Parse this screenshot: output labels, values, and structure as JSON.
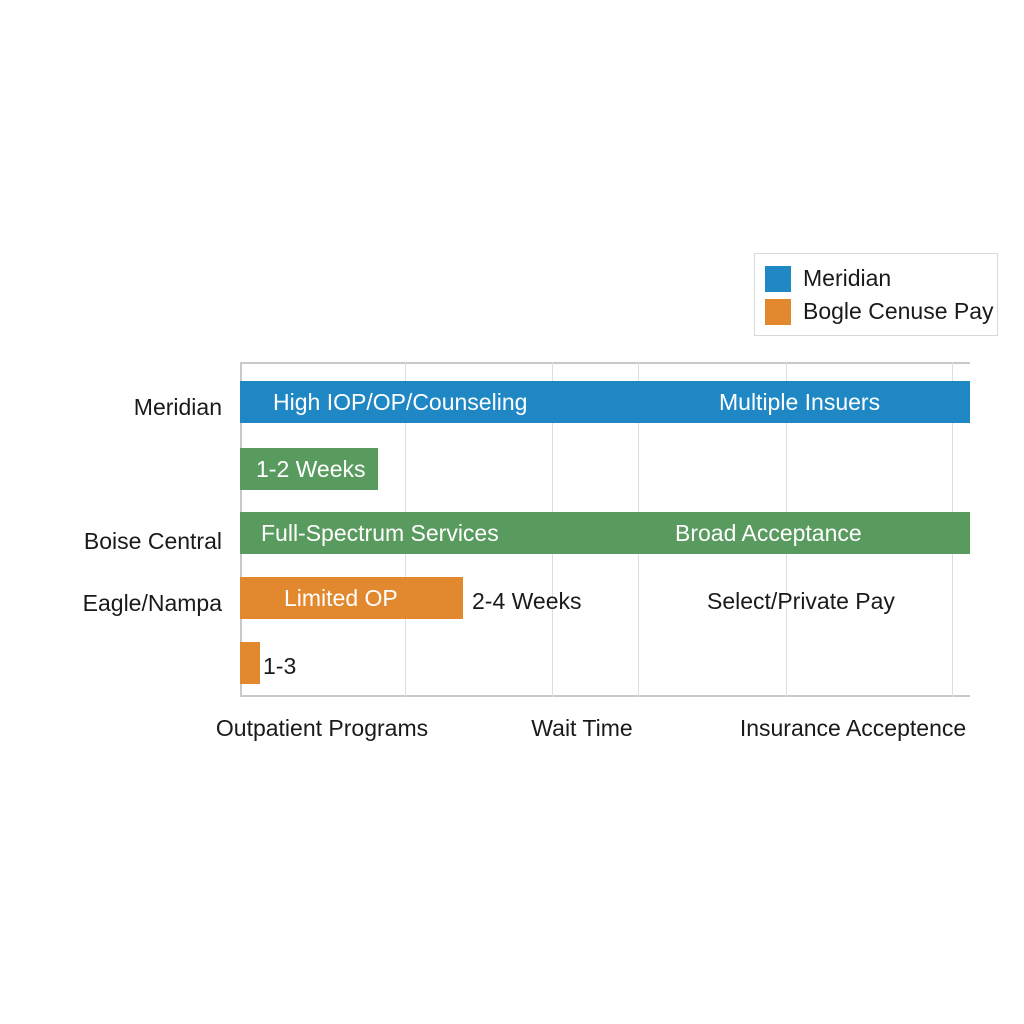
{
  "chart_data": {
    "type": "bar",
    "orientation": "horizontal",
    "title": "",
    "xlabel": "",
    "ylabel": "",
    "grid": true,
    "legend_position": "upper right",
    "categories": [
      "Meridian",
      "Boise Central",
      "Eagle/Nampa"
    ],
    "xtick_labels": [
      "Outpatient Programs",
      "Wait Time",
      "Insurance Acceptence"
    ],
    "legend": [
      {
        "name": "Meridian",
        "color": "#1f87c4"
      },
      {
        "name": "Bogle Cenuse Pay",
        "color": "#e2882f"
      }
    ],
    "colors": {
      "blue": "#1f87c4",
      "green": "#599b5f",
      "orange": "#e2882f",
      "grid": "#dedede",
      "frame": "#c9c9c9",
      "text": "#1a1a1a",
      "bar_text": "#ffffff",
      "background": "#ffffff"
    },
    "bars": [
      {
        "id": "bar-meridian-full",
        "color_key": "blue",
        "value_fraction": 1.0,
        "labels_inside": [
          "High IOP/OP/Counseling",
          "Multiple Insuers"
        ],
        "labels_outside": []
      },
      {
        "id": "bar-meridian-wait",
        "color_key": "green",
        "value_fraction": 0.226,
        "labels_inside": [
          "1-2 Weeks"
        ],
        "labels_outside": []
      },
      {
        "id": "bar-boise-full",
        "color_key": "green",
        "value_fraction": 1.0,
        "labels_inside": [
          "Full-Spectrum Services",
          "Broad Acceptance"
        ],
        "labels_outside": []
      },
      {
        "id": "bar-eagle-limited",
        "color_key": "orange",
        "value_fraction": 0.305,
        "labels_inside": [
          "Limited OP"
        ],
        "labels_outside": [
          "2-4 Weeks",
          "Select/Private Pay"
        ]
      },
      {
        "id": "bar-eagle-wait",
        "color_key": "orange",
        "value_fraction": 0.027,
        "labels_inside": [],
        "labels_outside": [
          "1-3"
        ]
      }
    ]
  },
  "legend": {
    "items": [
      {
        "label": "Meridian"
      },
      {
        "label": "Bogle Cenuse Pay"
      }
    ]
  },
  "axes": {
    "y_ticks": [
      {
        "label": "Meridian"
      },
      {
        "label": "Boise Central"
      },
      {
        "label": "Eagle/Nampa"
      }
    ],
    "x_ticks": [
      {
        "label": "Outpatient Programs"
      },
      {
        "label": "Wait Time"
      },
      {
        "label": "Insurance Acceptence"
      }
    ]
  },
  "bar_text": {
    "row1_left": "High IOP/OP/Counseling",
    "row1_right": "Multiple Insuers",
    "row2_left": "1-2 Weeks",
    "row3_left": "Full-Spectrum Services",
    "row3_right": "Broad Acceptance",
    "row4_inside": "Limited OP",
    "row4_mid": "2-4 Weeks",
    "row4_right": "Select/Private Pay",
    "row5_outside": "1-3"
  }
}
